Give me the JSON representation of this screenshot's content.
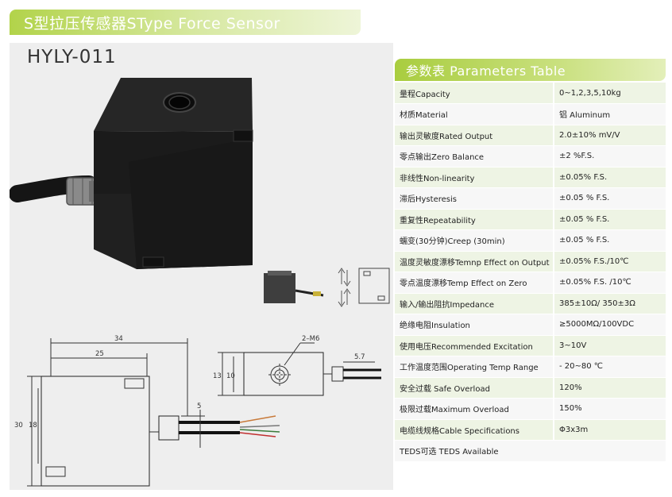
{
  "title": "S型拉压传感器SType Force Sensor",
  "model": "HYLY-011",
  "drawing": {
    "dim_width_34": "34",
    "dim_width_25": "25",
    "dim_height_30": "30",
    "dim_height_18": "18",
    "dim_cable_5": "5",
    "dim_thread": "2–M6",
    "dim_13": "13",
    "dim_10": "10",
    "dim_57": "5.7"
  },
  "table": {
    "header": "参数表  Parameters Table",
    "rows": [
      {
        "name": "量程Capacity",
        "value": "0~1,2,3,5,10kg"
      },
      {
        "name": "材质Material",
        "value": "铝 Aluminum"
      },
      {
        "name": "输出灵敏度Rated Output",
        "value": "2.0±10% mV/V"
      },
      {
        "name": "零点输出Zero Balance",
        "value": "±2 %F.S."
      },
      {
        "name": "非线性Non-linearity",
        "value": "±0.05% F.S."
      },
      {
        "name": "滞后Hysteresis",
        "value": "±0.05 % F.S."
      },
      {
        "name": "重复性Repeatability",
        "value": "±0.05 % F.S."
      },
      {
        "name": "蠕变(30分钟)Creep (30min)",
        "value": "±0.05 % F.S."
      },
      {
        "name": "温度灵敏度漂移Temnp Effect on Output",
        "value": "±0.05% F.S./10℃"
      },
      {
        "name": "零点温度漂移Temp Effect on Zero",
        "value": "±0.05% F.S. /10℃"
      },
      {
        "name": "输入/输出阻抗Impedance",
        "value": "385±10Ω/ 350±3Ω"
      },
      {
        "name": "绝缘电阻Insulation",
        "value": "≥5000MΩ/100VDC"
      },
      {
        "name": "使用电压Recommended Excitation",
        "value": "3~10V"
      },
      {
        "name": "工作温度范围Operating Temp Range",
        "value": "- 20~80 ℃"
      },
      {
        "name": "安全过载 Safe Overload",
        "value": "120%"
      },
      {
        "name": "极限过载Maximum Overload",
        "value": "150%"
      },
      {
        "name": "电缆线规格Cable Specifications",
        "value": "Φ3x3m"
      },
      {
        "name": "TEDS可选 TEDS Available",
        "value": ""
      }
    ]
  }
}
